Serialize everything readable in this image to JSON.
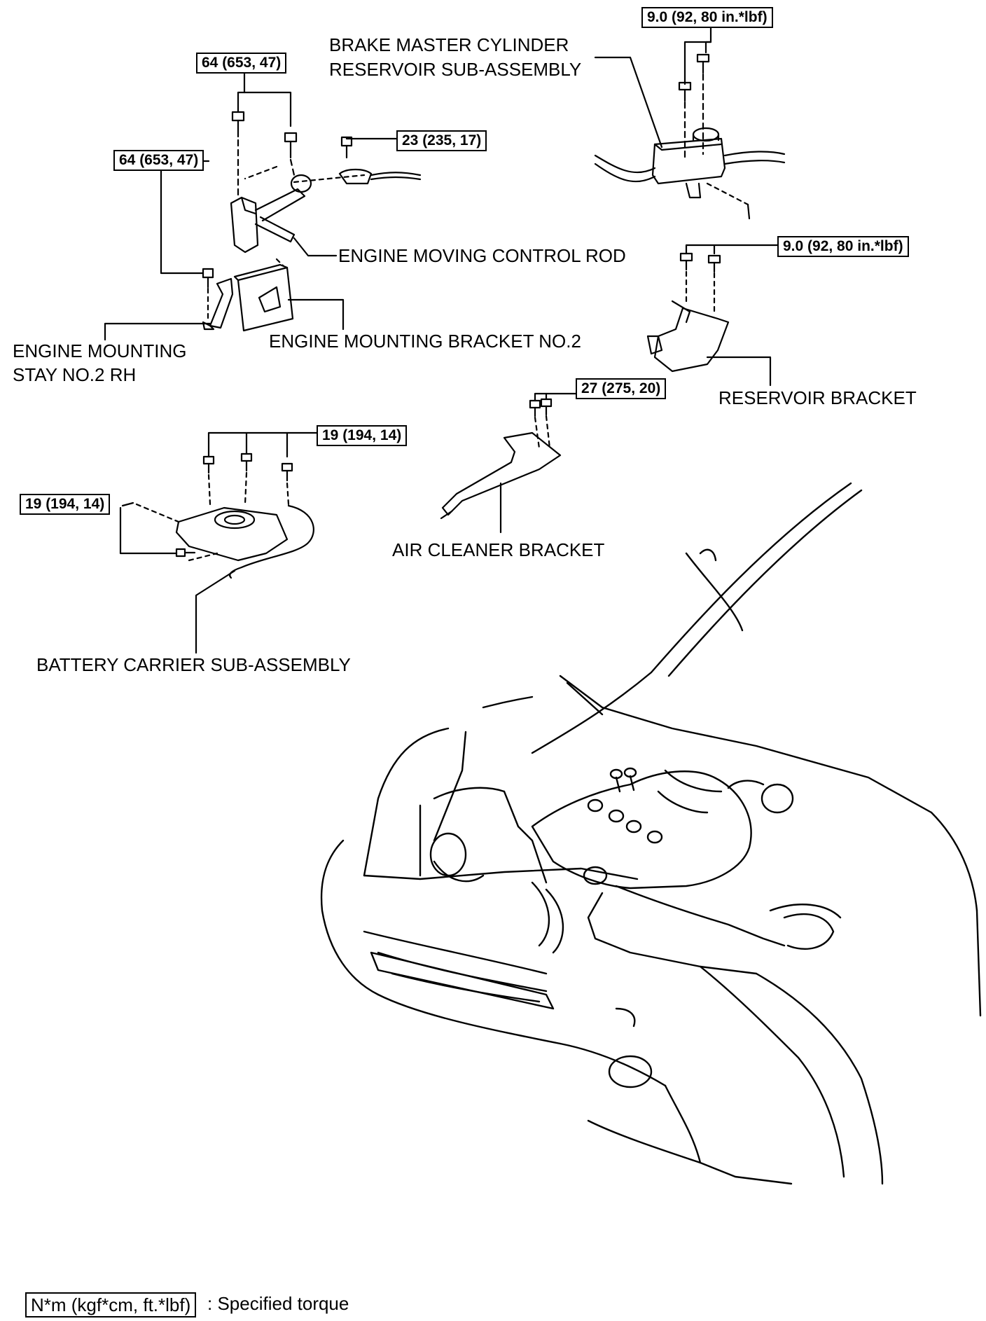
{
  "torque_labels": {
    "reservoir_bolts_top": "9.0 (92, 80 in.*lbf)",
    "reservoir_bracket_bolts": "9.0 (92, 80 in.*lbf)",
    "control_rod_bolts": "64 (653, 47)",
    "mount_stay_bolt": "64 (653, 47)",
    "control_rod_nut": "23 (235, 17)",
    "air_cleaner_bracket_bolts": "27 (275, 20)",
    "battery_carrier_top_bolts": "19 (194, 14)",
    "battery_carrier_side_bolts": "19 (194, 14)"
  },
  "part_labels": {
    "brake_reservoir_line1": "BRAKE MASTER CYLINDER",
    "brake_reservoir_line2": "RESERVOIR SUB-ASSEMBLY",
    "engine_moving_control_rod": "ENGINE MOVING CONTROL ROD",
    "engine_mounting_stay_line1": "ENGINE MOUNTING",
    "engine_mounting_stay_line2": "STAY NO.2 RH",
    "engine_mounting_bracket": "ENGINE MOUNTING BRACKET NO.2",
    "reservoir_bracket": "RESERVOIR BRACKET",
    "air_cleaner_bracket": "AIR CLEANER BRACKET",
    "battery_carrier": "BATTERY CARRIER SUB-ASSEMBLY"
  },
  "legend": {
    "unit_box": "N*m (kgf*cm, ft.*lbf)",
    "description": ": Specified torque"
  }
}
